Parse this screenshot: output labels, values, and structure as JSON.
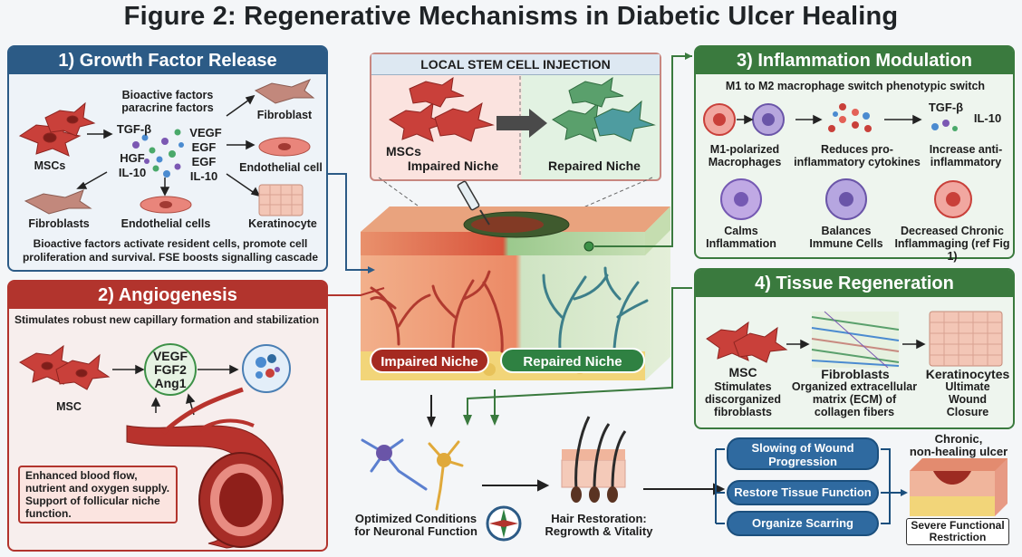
{
  "title": "Figure 2: Regenerative Mechanisms in Diabetic Ulcer Healing",
  "panel1": {
    "title": "1) Growth Factor Release",
    "bioactive": "Bioactive factors\nparacrine factors",
    "factors_left": [
      "TGF-β",
      "HGF",
      "IL-10"
    ],
    "factors_right": [
      "VEGF",
      "EGF",
      "EGF",
      "IL-10"
    ],
    "msc": "MSCs",
    "fibroblast": "Fibroblast",
    "endothelial_cell": "Endothelial cell",
    "keratinocyte": "Keratinocyte",
    "fibroblasts": "Fibroblasts",
    "endothelial_cells": "Endothelial cells",
    "caption": "Bioactive factors activate resident cells, promote cell proliferation and survival. FSE boosts signalling cascade"
  },
  "panel2": {
    "title": "2) Angiogenesis",
    "subtitle": "Stimulates robust new capillary formation and stabilization",
    "factors": [
      "VEGF",
      "FGF2",
      "Ang1"
    ],
    "msc": "MSC",
    "caption": "Enhanced blood flow, nutrient and oxygen supply. Support of follicular niche function."
  },
  "center": {
    "title": "LOCAL STEM CELL INJECTION",
    "msc_label": "MSCs",
    "impaired_top": "Impaired Niche",
    "repaired_top": "Repaired Niche",
    "impaired_pill": "Impaired Niche",
    "repaired_pill": "Repaired Niche"
  },
  "panel3": {
    "title": "3) Inflammation Modulation",
    "subtitle": "M1 to M2 macrophage switch phenotypic switch",
    "tgf": "TGF-β",
    "il10": "IL-10",
    "items": [
      "M1-polarized\nMacrophages",
      "Reduces pro-\ninflammatory cytokines",
      "Increase anti-\ninflammatory",
      "Calms\nInflammation",
      "Balances\nImmune Cells",
      "Decreased Chronic\nInflammaging (ref Fig 1)"
    ]
  },
  "panel4": {
    "title": "4) Tissue Regeneration",
    "col1": [
      "MSC",
      "Stimulates\ndiscorganized\nfibroblasts"
    ],
    "col2": [
      "Fibroblasts",
      "Organized extracellular\nmatrix (ECM) of\ncollagen fibers"
    ],
    "col3": [
      "Keratinocytes",
      "Ultimate\nWound\nClosure"
    ]
  },
  "bottom": {
    "neuronal": "Optimized Conditions\nfor Neuronal Function",
    "hair": "Hair Restoration:\nRegrowth & Vitality",
    "pills": [
      "Slowing of Wound\nProgression",
      "Restore Tissue Function",
      "Organize Scarring"
    ],
    "ulcer_title": "Chronic,\nnon-healing ulcer",
    "ulcer_caption": "Severe Functional\nRestriction"
  },
  "colors": {
    "blue": "#2c5b86",
    "red": "#b2342d",
    "green": "#3a7a3e",
    "cell_red": "#c9403a"
  }
}
